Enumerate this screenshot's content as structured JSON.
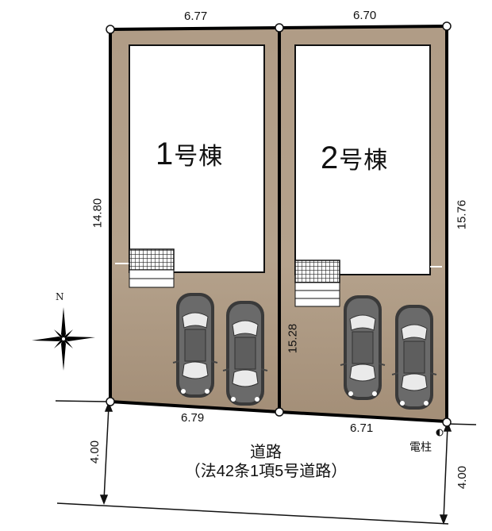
{
  "diagram": {
    "type": "site-plan",
    "lots": [
      {
        "id": "lot-1",
        "building_label": "1号棟",
        "building_number": "1",
        "building_suffix": "号棟",
        "top_width": "6.77",
        "bottom_width": "6.79",
        "left_depth": "14.80",
        "parking_spaces": 2
      },
      {
        "id": "lot-2",
        "building_label": "2号棟",
        "building_number": "2",
        "building_suffix": "号棟",
        "top_width": "6.70",
        "bottom_width": "6.71",
        "right_depth": "15.76",
        "parking_spaces": 2
      }
    ],
    "shared_boundary_depth": "15.28",
    "road": {
      "title": "道路",
      "subtitle": "（法42条1項5号道路）",
      "width_left": "4.00",
      "width_right": "4.00"
    },
    "utility_pole_label": "電柱",
    "compass": {
      "label": "N"
    },
    "colors": {
      "lot_fill": "#a99580",
      "lot_fill_light": "#c8b9a6",
      "boundary": "#000000",
      "building_fill": "#ffffff",
      "car_body": "#555555",
      "car_glass": "#e6e6e6"
    }
  }
}
